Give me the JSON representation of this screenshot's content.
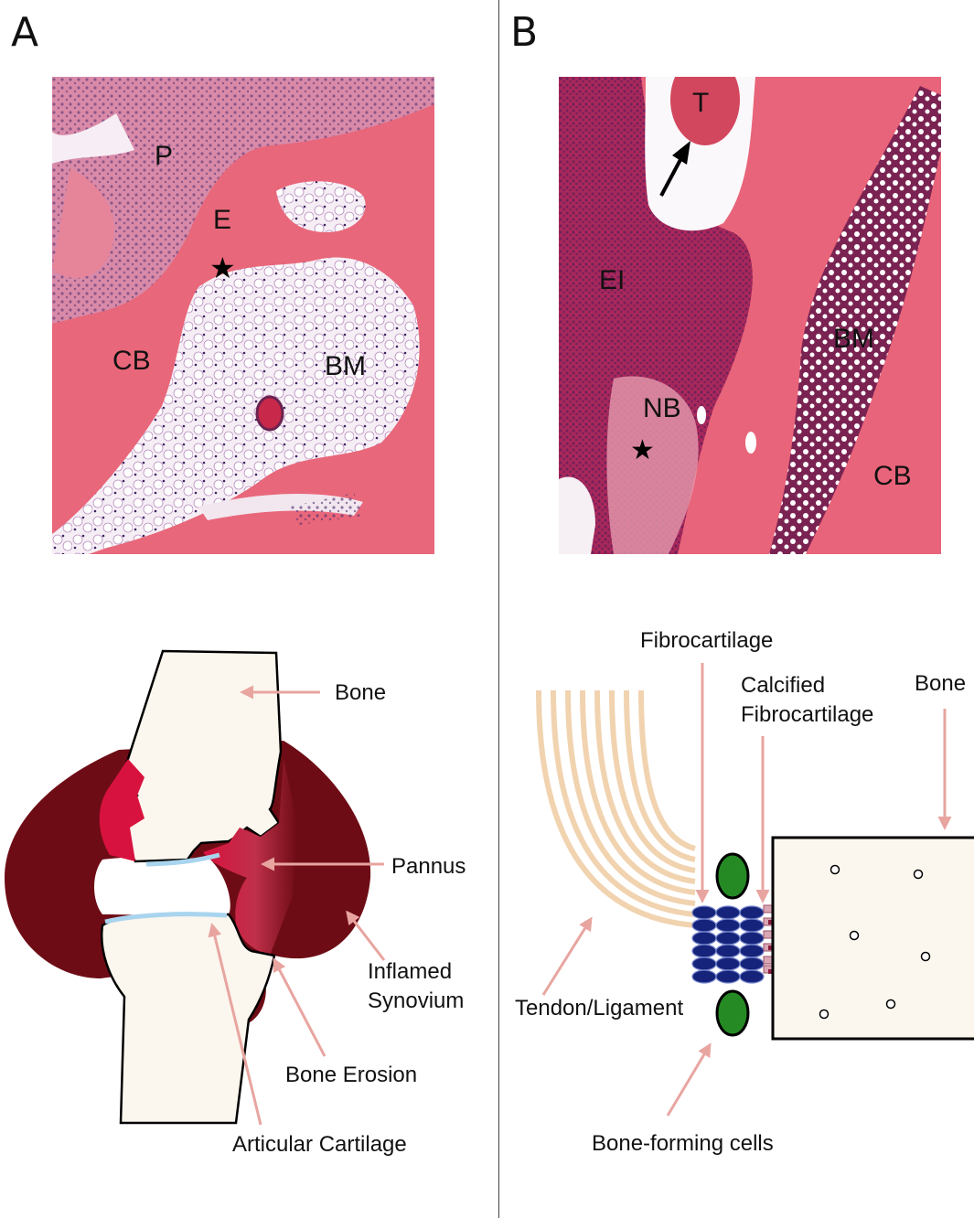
{
  "panels": {
    "a_letter": "A",
    "b_letter": "B"
  },
  "micrograph_a": {
    "labels": {
      "p": "P",
      "e": "E",
      "cb": "CB",
      "bm": "BM"
    },
    "star": "★"
  },
  "micrograph_b": {
    "labels": {
      "t": "T",
      "ei": "EI",
      "nb": "NB",
      "bm": "BM",
      "cb": "CB"
    },
    "star": "★"
  },
  "diagram_a": {
    "bone": "Bone",
    "pannus": "Pannus",
    "inflamed_1": "Inflamed",
    "inflamed_2": "Synovium",
    "bone_erosion": "Bone Erosion",
    "articular_cartilage": "Articular Cartilage"
  },
  "diagram_b": {
    "fibrocartilage": "Fibrocartilage",
    "calcified_1": "Calcified",
    "calcified_2": "Fibrocartilage",
    "bone": "Bone",
    "tendon": "Tendon/Ligament",
    "bone_forming": "Bone-forming cells"
  },
  "colors": {
    "tissue_pink": "#e85a72",
    "marrow_white": "#f4eef4",
    "cell_purple": "#5b3a7a",
    "synovium": "#6e0c16",
    "pannus": "#d8123e",
    "bone_fill": "#fbf6ee",
    "cartilage_blue": "#a9d4ee",
    "arrow_pink": "#e8a5a0",
    "tendon": "#f1d3b0",
    "fibro_blue": "#16237a",
    "green_cell": "#258a23"
  }
}
